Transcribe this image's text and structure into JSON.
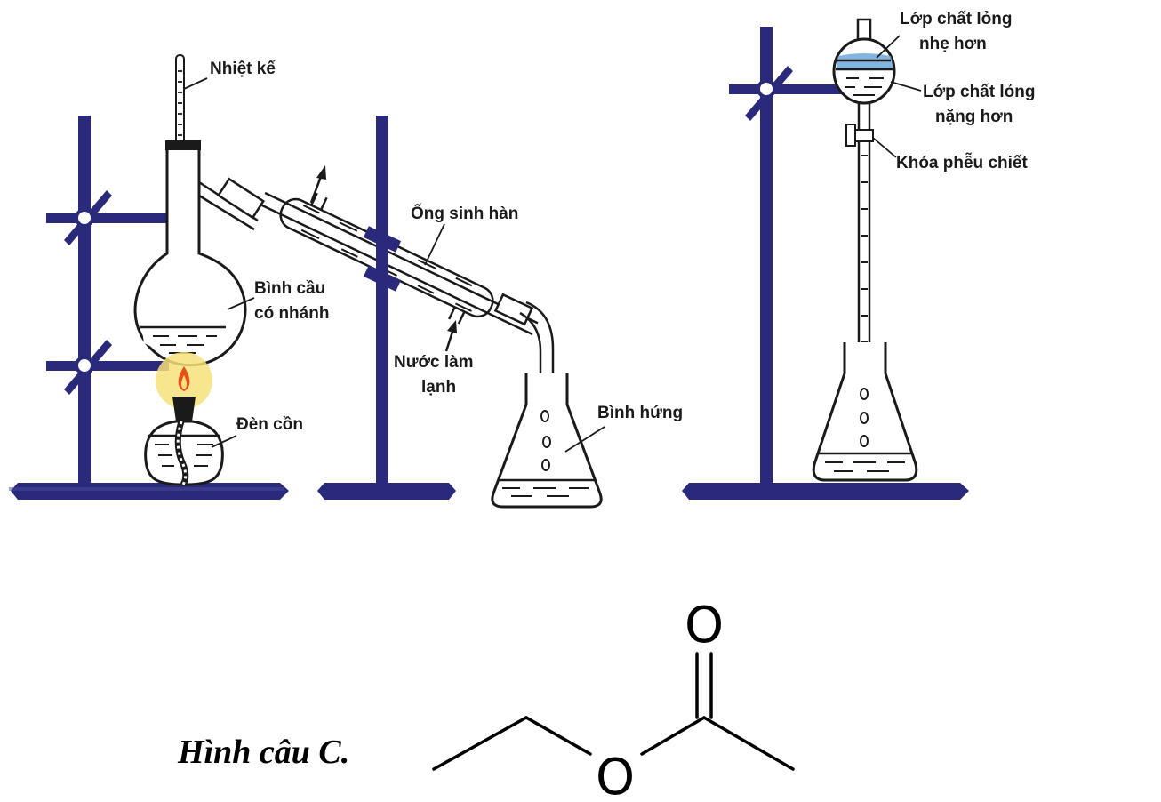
{
  "labels": {
    "thermometer": "Nhiệt kế",
    "condenser": "Ống sinh hàn",
    "flask_line1": "Bình cầu",
    "flask_line2": "có nhánh",
    "cold_water_line1": "Nước làm",
    "cold_water_line2": "lạnh",
    "burner": "Đèn cồn",
    "receiver": "Bình hứng",
    "light_layer_line1": "Lớp chất lỏng",
    "light_layer_line2": "nhẹ hơn",
    "heavy_layer_line1": "Lớp chất lỏng",
    "heavy_layer_line2": "nặng hơn",
    "stopcock": "Khóa phễu chiết"
  },
  "caption": "Hình câu C.",
  "molecule": {
    "atom_carbonyl_o": "O",
    "atom_ester_o": "O"
  },
  "colors": {
    "stand": "#2b2a7a",
    "light_layer": "#6fa8dc",
    "flame_glow": "#f6e27a",
    "flame": "#e8501b"
  }
}
